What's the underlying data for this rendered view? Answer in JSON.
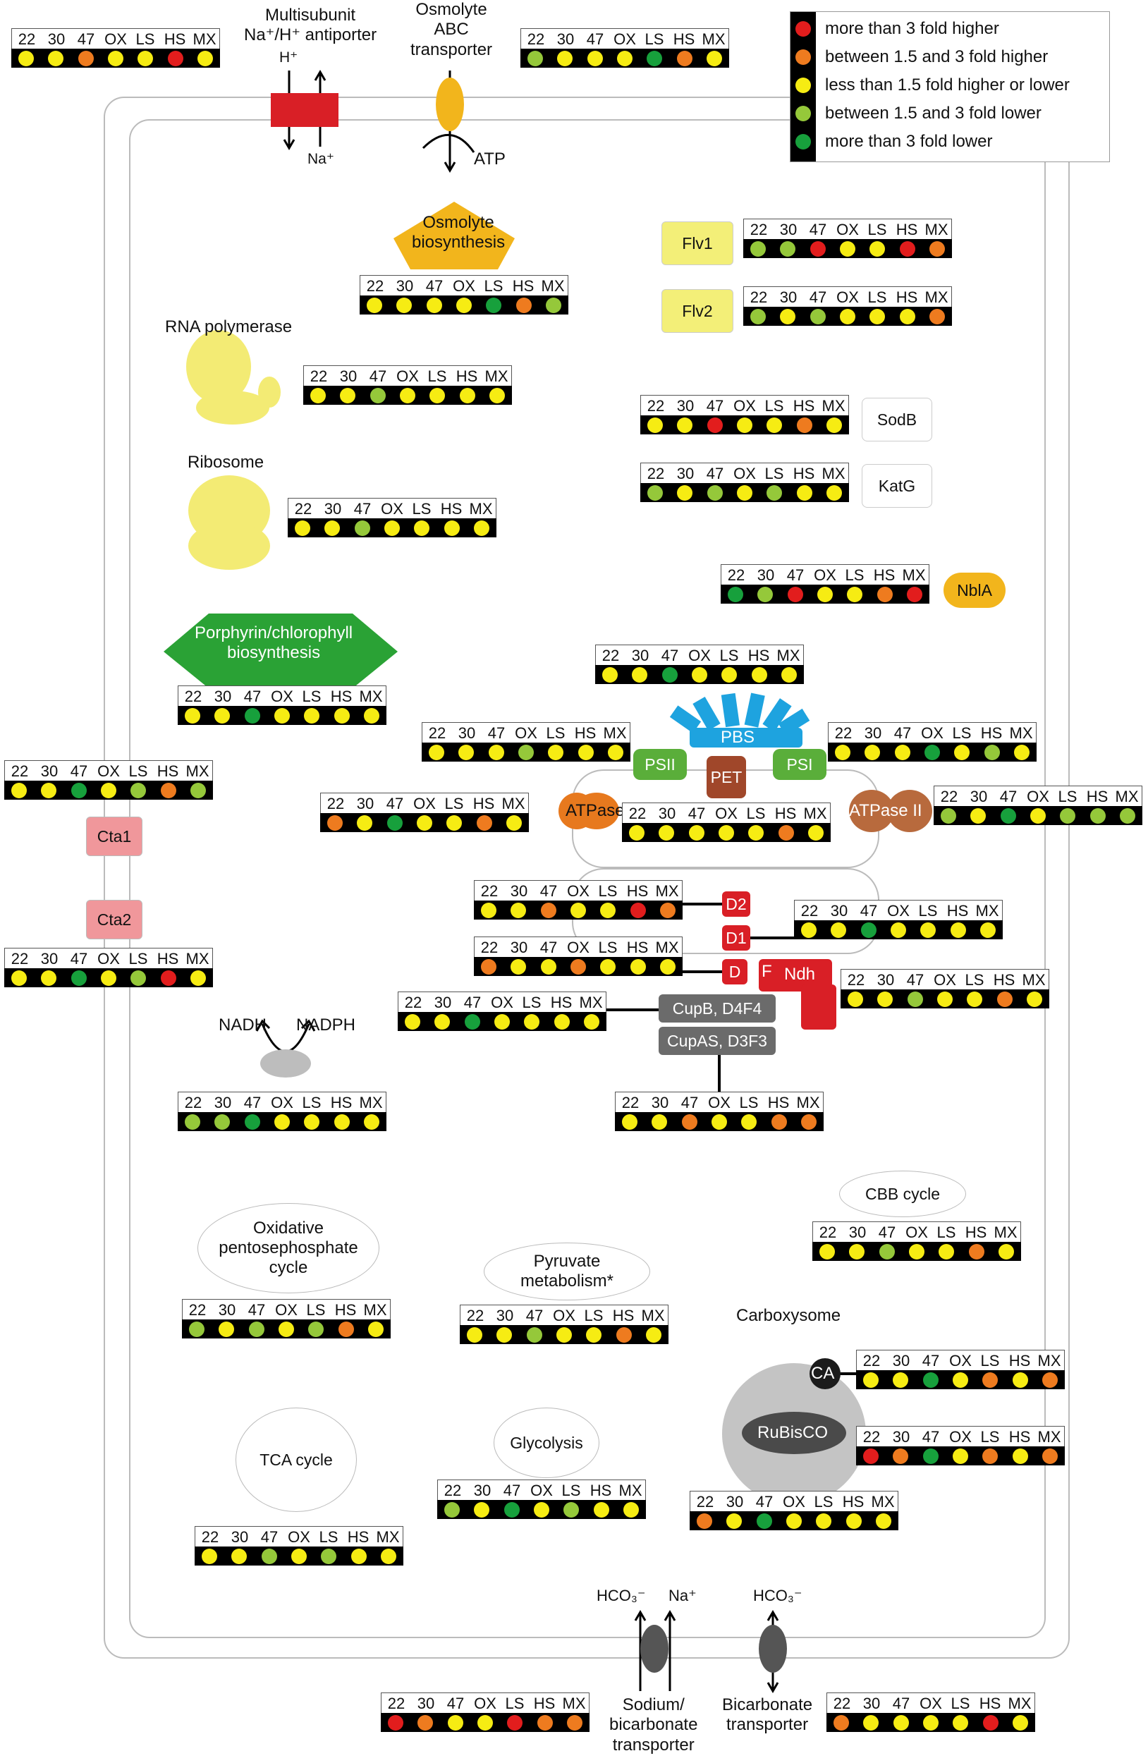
{
  "conditions": [
    "22",
    "30",
    "47",
    "OX",
    "LS",
    "HS",
    "MX"
  ],
  "level_colors": {
    "very_high": "#e21d1d",
    "high": "#ee7b1f",
    "neutral": "#f6ec13",
    "low": "#95c83a",
    "very_low": "#17a03c"
  },
  "legend": [
    {
      "level": "very_high",
      "label": "more than 3 fold higher"
    },
    {
      "level": "high",
      "label": "between 1.5 and 3 fold higher"
    },
    {
      "level": "neutral",
      "label": "less than 1.5 fold higher or lower"
    },
    {
      "level": "low",
      "label": "between 1.5 and 3 fold lower"
    },
    {
      "level": "very_low",
      "label": "more than 3 fold lower"
    }
  ],
  "labels": {
    "antiporter": [
      "Multisubunit",
      "Na⁺/H⁺ antiporter"
    ],
    "h_plus": "H⁺",
    "na_plus_top": "Na⁺",
    "osmolyte_transporter": [
      "Osmolyte",
      "ABC",
      "transporter"
    ],
    "atp": "ATP",
    "osmolyte_biosynthesis": [
      "Osmolyte",
      "biosynthesis"
    ],
    "flv1": "Flv1",
    "flv2": "Flv2",
    "rna_polymerase": "RNA polymerase",
    "ribosome": "Ribosome",
    "sodb": "SodB",
    "katg": "KatG",
    "nbla": "NblA",
    "porphyrin": [
      "Porphyrin/chlorophyll",
      "biosynthesis"
    ],
    "pbs": "PBS",
    "psii": "PSII",
    "psi": "PSI",
    "pet": "PET",
    "atpase": "ATPase",
    "atpase_ii": "ATPase II",
    "cta1": "Cta1",
    "cta2": "Cta2",
    "d2": "D2",
    "d1": "D1",
    "d": "D",
    "f": "F",
    "ndh": "Ndh",
    "cupb": "CupB, D4F4",
    "cupas": "CupAS, D3F3",
    "nadh": "NADH",
    "nadph": "NADPH",
    "cbb": "CBB cycle",
    "oxpp": [
      "Oxidative",
      "pentosephosphate",
      "cycle"
    ],
    "pyruvate": [
      "Pyruvate",
      "metabolism*"
    ],
    "carboxysome": "Carboxysome",
    "ca": "CA",
    "rubisco": "RuBisCO",
    "tca": "TCA cycle",
    "glycolysis": "Glycolysis",
    "hco3_left": "HCO₃⁻",
    "na_plus_bottom": "Na⁺",
    "hco3_right": "HCO₃⁻",
    "sodium_bicarbonate": [
      "Sodium/",
      "bicarbonate",
      "transporter"
    ],
    "bicarbonate_transporter": [
      "Bicarbonate",
      "transporter"
    ]
  },
  "panels": {
    "antiporter": [
      "neutral",
      "neutral",
      "high",
      "neutral",
      "neutral",
      "very_high",
      "neutral"
    ],
    "osmolyte_abc": [
      "low",
      "neutral",
      "neutral",
      "neutral",
      "very_low",
      "high",
      "neutral"
    ],
    "osmolyte_biosynthesis": [
      "neutral",
      "neutral",
      "neutral",
      "neutral",
      "very_low",
      "high",
      "low"
    ],
    "flv1": [
      "low",
      "low",
      "very_high",
      "neutral",
      "neutral",
      "very_high",
      "high"
    ],
    "flv2": [
      "low",
      "neutral",
      "low",
      "neutral",
      "neutral",
      "neutral",
      "high"
    ],
    "rna_polymerase": [
      "neutral",
      "neutral",
      "low",
      "neutral",
      "neutral",
      "neutral",
      "neutral"
    ],
    "sodb": [
      "neutral",
      "neutral",
      "very_high",
      "neutral",
      "neutral",
      "high",
      "neutral"
    ],
    "katg": [
      "low",
      "neutral",
      "low",
      "neutral",
      "low",
      "neutral",
      "neutral"
    ],
    "ribosome": [
      "neutral",
      "neutral",
      "low",
      "neutral",
      "neutral",
      "neutral",
      "neutral"
    ],
    "nbla": [
      "very_low",
      "low",
      "very_high",
      "neutral",
      "neutral",
      "high",
      "very_high"
    ],
    "porphyrin": [
      "neutral",
      "neutral",
      "very_low",
      "neutral",
      "neutral",
      "neutral",
      "neutral"
    ],
    "pbs": [
      "neutral",
      "neutral",
      "very_low",
      "neutral",
      "neutral",
      "neutral",
      "neutral"
    ],
    "psii": [
      "neutral",
      "neutral",
      "neutral",
      "low",
      "neutral",
      "neutral",
      "neutral"
    ],
    "psi": [
      "neutral",
      "neutral",
      "neutral",
      "very_low",
      "neutral",
      "low",
      "neutral"
    ],
    "cta1": [
      "neutral",
      "neutral",
      "very_low",
      "neutral",
      "low",
      "high",
      "low"
    ],
    "atpase": [
      "high",
      "neutral",
      "very_low",
      "neutral",
      "neutral",
      "high",
      "neutral"
    ],
    "pet": [
      "neutral",
      "neutral",
      "neutral",
      "neutral",
      "neutral",
      "high",
      "neutral"
    ],
    "atpase_ii": [
      "low",
      "neutral",
      "very_low",
      "neutral",
      "low",
      "low",
      "low"
    ],
    "d2": [
      "neutral",
      "neutral",
      "high",
      "neutral",
      "neutral",
      "very_high",
      "high"
    ],
    "d1": [
      "neutral",
      "neutral",
      "very_low",
      "neutral",
      "neutral",
      "neutral",
      "neutral"
    ],
    "cta2": [
      "neutral",
      "neutral",
      "very_low",
      "neutral",
      "low",
      "very_high",
      "neutral"
    ],
    "d": [
      "high",
      "neutral",
      "neutral",
      "high",
      "neutral",
      "neutral",
      "neutral"
    ],
    "ndh": [
      "neutral",
      "neutral",
      "low",
      "neutral",
      "neutral",
      "high",
      "neutral"
    ],
    "cupb": [
      "neutral",
      "neutral",
      "very_low",
      "neutral",
      "neutral",
      "neutral",
      "neutral"
    ],
    "nadh_nadph": [
      "low",
      "low",
      "very_low",
      "neutral",
      "neutral",
      "neutral",
      "neutral"
    ],
    "cupas": [
      "neutral",
      "neutral",
      "high",
      "neutral",
      "neutral",
      "high",
      "high"
    ],
    "cbb": [
      "neutral",
      "neutral",
      "low",
      "neutral",
      "neutral",
      "high",
      "neutral"
    ],
    "oxpp": [
      "low",
      "neutral",
      "low",
      "neutral",
      "low",
      "high",
      "neutral"
    ],
    "pyruvate": [
      "neutral",
      "neutral",
      "low",
      "neutral",
      "neutral",
      "high",
      "neutral"
    ],
    "ca": [
      "neutral",
      "neutral",
      "very_low",
      "neutral",
      "high",
      "neutral",
      "high"
    ],
    "rubisco": [
      "very_high",
      "high",
      "very_low",
      "neutral",
      "high",
      "neutral",
      "high"
    ],
    "glycolysis": [
      "low",
      "neutral",
      "very_low",
      "neutral",
      "low",
      "neutral",
      "neutral"
    ],
    "carboxysome": [
      "high",
      "neutral",
      "very_low",
      "neutral",
      "neutral",
      "neutral",
      "neutral"
    ],
    "tca": [
      "neutral",
      "neutral",
      "low",
      "neutral",
      "low",
      "neutral",
      "neutral"
    ],
    "sodium_bicarbonate": [
      "very_high",
      "high",
      "neutral",
      "neutral",
      "very_high",
      "high",
      "high"
    ],
    "bicarbonate": [
      "high",
      "neutral",
      "neutral",
      "neutral",
      "neutral",
      "very_high",
      "neutral"
    ]
  }
}
